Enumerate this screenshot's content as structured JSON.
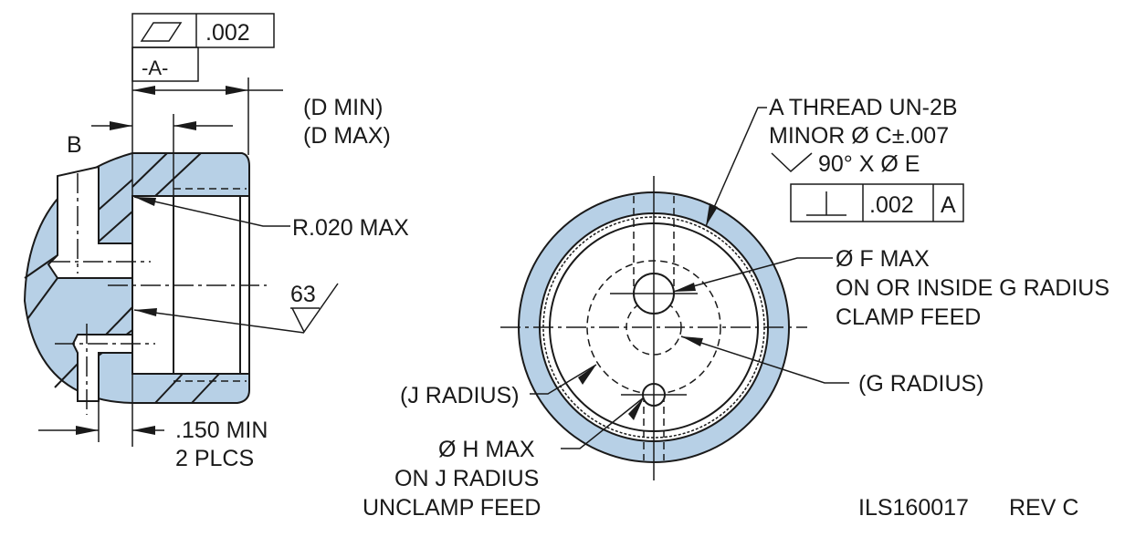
{
  "colors": {
    "section_fill": "#b7d0e6",
    "line": "#1a1a1a"
  },
  "side_view": {
    "flatness_fcf": {
      "symbol": "flatness-icon",
      "tolerance": ".002"
    },
    "datum": "-A-",
    "d_min": "(D MIN)",
    "d_max": "(D MAX)",
    "b_label": "B",
    "radius_note": "R.020 MAX",
    "surface_finish": "63",
    "min_dim": ".150 MIN",
    "min_dim_places": "2 PLCS"
  },
  "end_view": {
    "thread_line1": "A THREAD UN-2B",
    "thread_line2": "MINOR Ø C±.007",
    "thread_line3": "90° X Ø E",
    "perp_fcf": {
      "symbol": "perpendicularity-icon",
      "tolerance": ".002",
      "datum": "A"
    },
    "f_line1": "Ø F MAX",
    "f_line2": "ON OR INSIDE G RADIUS",
    "f_line3": "CLAMP FEED",
    "g_radius": "(G RADIUS)",
    "j_radius": "(J RADIUS)",
    "h_line1": "Ø H MAX",
    "h_line2": "ON J RADIUS",
    "h_line3": "UNCLAMP FEED"
  },
  "drawing_number": "ILS160017",
  "revision": "REV C"
}
